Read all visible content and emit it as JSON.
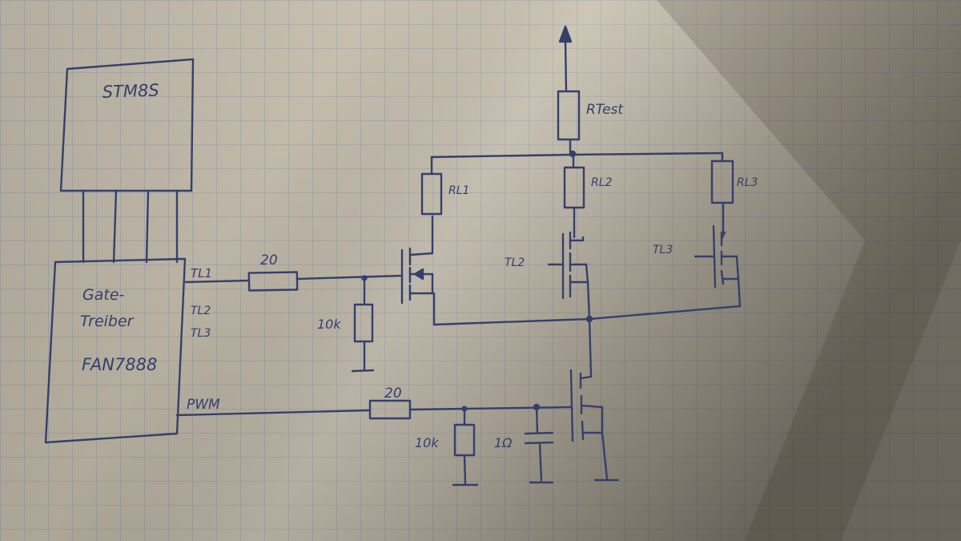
{
  "diagram": {
    "components": {
      "mcu": {
        "label": "STM8S"
      },
      "gate_driver": {
        "line1": "Gate-",
        "line2": "Treiber",
        "line3": "FAN7888"
      },
      "r_test": {
        "label": "RTest"
      },
      "r_l1": {
        "label": "RL1"
      },
      "r_l2": {
        "label": "RL2"
      },
      "r_l3": {
        "label": "RL3"
      },
      "t_l2": {
        "label": "TL2"
      },
      "t_l3": {
        "label": "TL3"
      },
      "gate_resistor_top": {
        "value": "20"
      },
      "pulldown_top": {
        "value": "10k"
      },
      "gate_resistor_bottom": {
        "value": "20"
      },
      "pulldown_bottom": {
        "value": "10k"
      },
      "gate_cap": {
        "value": "1Ω"
      }
    },
    "nets": {
      "tl1": "TL1",
      "tl2": "TL2",
      "tl3": "TL3",
      "pwm": "PWM"
    }
  },
  "colors": {
    "paper": "#d3cbb9",
    "grid": "#9aa3b8",
    "ink": "#34406a",
    "shadow": "#6b6050"
  }
}
